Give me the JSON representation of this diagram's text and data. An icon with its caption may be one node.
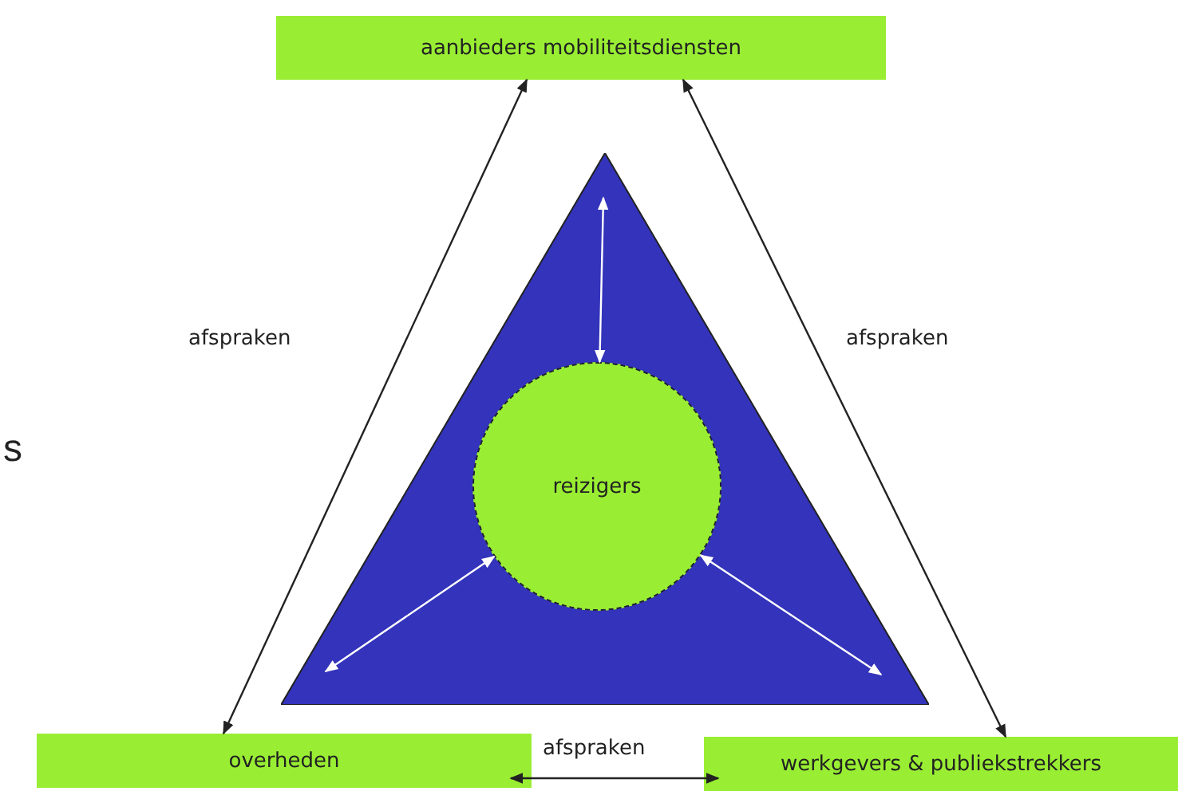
{
  "diagram": {
    "nodes": [
      {
        "text": [
          "aanbieders mobiliteitsdiensten"
        ]
      },
      {
        "text": [],
        "shape": "triangle"
      },
      {
        "text": [
          "reizigers"
        ],
        "in": 1
      },
      {
        "text": [
          "overheden"
        ]
      },
      {
        "text": [
          "werkgevers & publiekstrekkers"
        ]
      }
    ],
    "edges": [
      {
        "from": 0,
        "to": 3,
        "arrow": "both",
        "label": "afspraken"
      },
      {
        "from": 0,
        "to": 4,
        "arrow": "both",
        "label": "afspraken"
      },
      {
        "from": 3,
        "to": 4,
        "arrow": "both",
        "label": "afspraken"
      },
      {
        "from": 2,
        "to": null,
        "arrow": "both",
        "color": "#ffffff"
      },
      {
        "from": 2,
        "to": null,
        "arrow": "both",
        "color": "#ffffff"
      },
      {
        "from": 2,
        "to": null,
        "arrow": "both",
        "color": "#ffffff"
      }
    ],
    "labels": [
      "s"
    ]
  }
}
